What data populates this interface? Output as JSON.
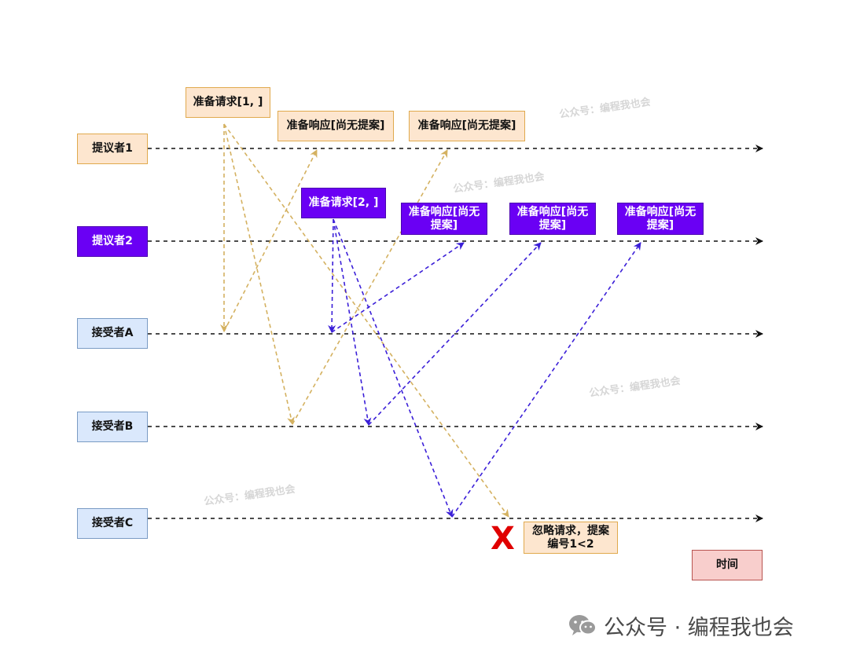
{
  "actors": {
    "proposer1": "提议者1",
    "proposer2": "提议者2",
    "acceptorA": "接受者A",
    "acceptorB": "接受者B",
    "acceptorC": "接受者C"
  },
  "messages": {
    "p1_prepare": "准备请求[1, ]",
    "p1_promise_1": "准备响应[尚无提案]",
    "p1_promise_2": "准备响应[尚无提案]",
    "p2_prepare": "准备请求[2, ]",
    "p2_promise_1": "准备响应[尚无提案]",
    "p2_promise_2": "准备响应[尚无提案]",
    "p2_promise_3": "准备响应[尚无提案]"
  },
  "note": "忽略请求，提案编号1<2",
  "reject_mark": "X",
  "time_label": "时间",
  "watermark": "公众号：编程我也会",
  "footer": {
    "icon": "wechat-icon",
    "text": "公众号 · 编程我也会"
  },
  "colors": {
    "proposer1": "#d4b160",
    "proposer2": "#3b1fd8",
    "timeline": "#111111",
    "reject": "#e00000"
  }
}
